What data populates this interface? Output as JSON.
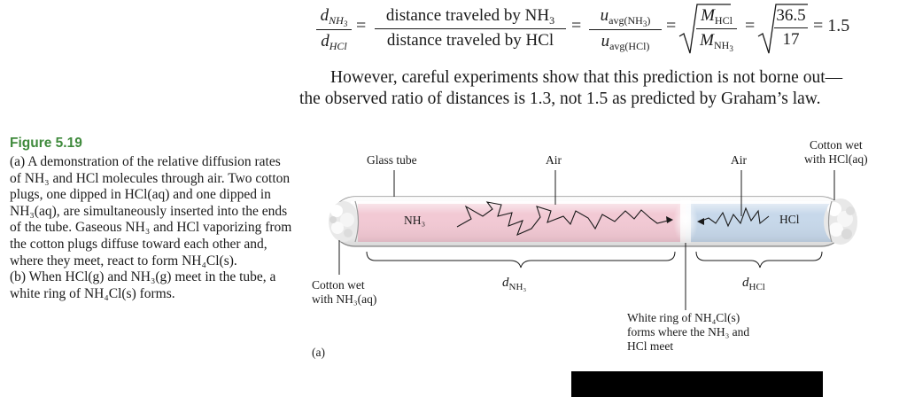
{
  "equation": {
    "lhs_num": "d",
    "lhs_num_sub": "NH",
    "lhs_num_sub2": "3",
    "lhs_den": "d",
    "lhs_den_sub": "HCl",
    "mid_num": "distance traveled by NH",
    "mid_num_sub": "3",
    "mid_den": "distance traveled by HCl",
    "u_num": "u",
    "u_num_sub": "avg(NH",
    "u_num_sub2": "3",
    "u_num_sub_close": ")",
    "u_den": "u",
    "u_den_sub": "avg(HCl)",
    "m_num": "M",
    "m_num_sub": "HCl",
    "m_den": "M",
    "m_den_sub": "NH",
    "m_den_sub2": "3",
    "val_num": "36.5",
    "val_den": "17",
    "eq": "=",
    "result": "= 1.5"
  },
  "paragraph": {
    "line1": "However, careful experiments show that this prediction is not borne out—",
    "line2": "the observed ratio of distances is 1.3, not 1.5 as predicted by Graham’s law."
  },
  "figure": {
    "title": "Figure 5.19",
    "caption_a": "(a) A demonstration of the relative diffusion rates of NH₃ and HCl molecules through air. Two cotton plugs, one dipped in HCl(aq) and one dipped in NH₃(aq), are simultaneously inserted into the ends of the tube. Gaseous NH₃ and HCl vaporizing from the cotton plugs diffuse toward each other and, where they meet, react to form NH₄Cl(s).",
    "caption_b": "(b) When HCl(g) and NH₃(g) meet in the tube, a white ring of NH₄Cl(s) forms."
  },
  "diagram": {
    "glass_tube": "Glass tube",
    "air_left": "Air",
    "air_right": "Air",
    "cotton_right_1": "Cotton wet",
    "cotton_right_2": "with HCl(aq)",
    "nh3": "NH₃",
    "hcl": "HCl",
    "cotton_left_1": "Cotton wet",
    "cotton_left_2": "with NH₃(aq)",
    "d_nh3": "d",
    "d_nh3_sub": "NH₃",
    "d_hcl": "d",
    "d_hcl_sub": "HCl",
    "ring_1": "White ring of NH₄Cl(s)",
    "ring_2": "forms where the NH₃ and",
    "ring_3": "HCl meet",
    "panel_label": "(a)"
  },
  "colors": {
    "caption_title": "#3f8a3c",
    "nh3_gas": "#f2c9d4",
    "hcl_gas": "#c7d8ea"
  }
}
